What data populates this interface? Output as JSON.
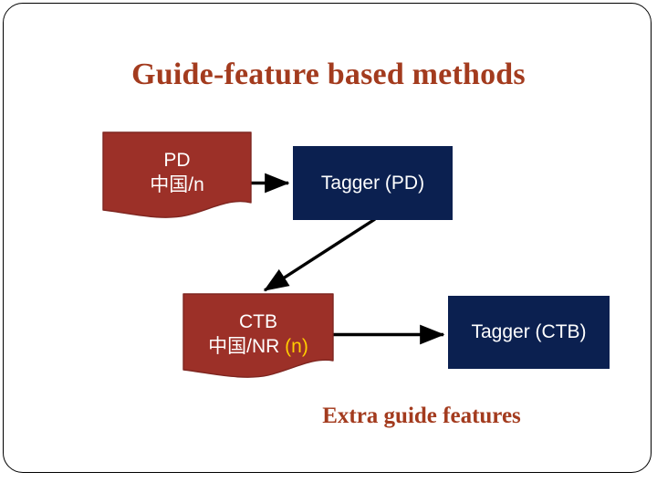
{
  "slide": {
    "title": "Guide-feature based methods",
    "caption": "Extra guide features",
    "title_color": "#A33B1E",
    "background": "#FFFFFF",
    "frame_color": "#000000"
  },
  "palette": {
    "document_red": "#9C3028",
    "document_red_border": "#7E2620",
    "box_navy": "#0B2050",
    "text_white": "#FFFFFF",
    "highlight_gold": "#FFCC00",
    "arrow_black": "#000000"
  },
  "nodes": {
    "pd": {
      "shape": "document",
      "line1": "PD",
      "line2": "中国/n",
      "fill": "#9C3028",
      "text_color": "#FFFFFF"
    },
    "tagger_pd": {
      "shape": "rectangle",
      "label": "Tagger (PD)",
      "fill": "#0B2050",
      "text_color": "#FFFFFF"
    },
    "ctb": {
      "shape": "document",
      "line1": "CTB",
      "line2_main": "中国/NR ",
      "line2_highlight": "(n)",
      "fill": "#9C3028",
      "text_color": "#FFFFFF",
      "highlight_color": "#FFCC00"
    },
    "tagger_ctb": {
      "shape": "rectangle",
      "label": "Tagger (CTB)",
      "fill": "#0B2050",
      "text_color": "#FFFFFF"
    }
  },
  "edges": [
    {
      "name": "pd-to-tagger-pd",
      "from": "pd",
      "to": "tagger_pd",
      "style": "straight-arrow"
    },
    {
      "name": "tagger-pd-to-ctb",
      "from": "tagger_pd",
      "to": "ctb",
      "style": "diagonal-arrow"
    },
    {
      "name": "ctb-to-tagger-ctb",
      "from": "ctb",
      "to": "tagger_ctb",
      "style": "straight-arrow"
    }
  ],
  "icons": {
    "arrow": "arrow-right-icon",
    "arrow_diagonal": "arrow-down-left-icon"
  }
}
